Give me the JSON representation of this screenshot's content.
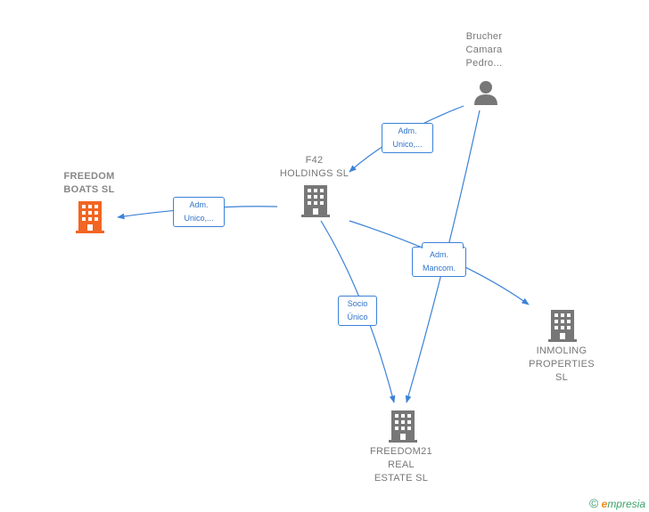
{
  "nodes": {
    "brucher": {
      "label": "Brucher\nCamara\nPedro..."
    },
    "f42": {
      "label": "F42\nHOLDINGS  SL"
    },
    "freedom_boats": {
      "label": "FREEDOM\nBOATS  SL"
    },
    "inmoling": {
      "label": "INMOLING\nPROPERTIES\nSL"
    },
    "freedom21": {
      "label": "FREEDOM21\nREAL\nESTATE  SL"
    }
  },
  "edge_labels": {
    "brucher_f42": "Adm.\nUnico,...",
    "f42_boats": "Adm.\nUnico,...",
    "mancom": "Adm.\nMancom.",
    "socio": "Socio\nÚnico"
  },
  "colors": {
    "edge": "#3b82d6",
    "building": "#777777",
    "building_highlight": "#f26522",
    "person": "#777777"
  },
  "brand": {
    "symbol": "©",
    "e": "e",
    "rest": "mpresia"
  }
}
